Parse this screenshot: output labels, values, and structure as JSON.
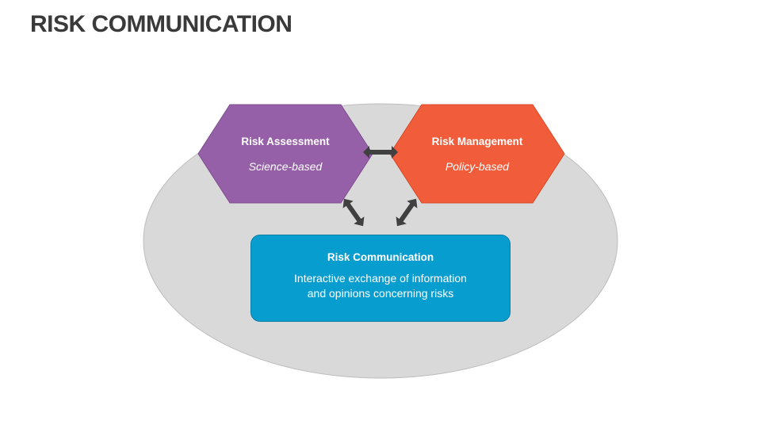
{
  "title": "RISK COMMUNICATION",
  "colors": {
    "background_ellipse": "#d9d9d9",
    "assessment": "#9660a8",
    "management": "#f15d3b",
    "communication": "#079dce",
    "arrows": "#404040"
  },
  "nodes": {
    "assessment": {
      "title": "Risk Assessment",
      "subtitle": "Science-based"
    },
    "management": {
      "title": "Risk Management",
      "subtitle": "Policy-based"
    },
    "communication": {
      "title": "Risk Communication",
      "description_line1": "Interactive exchange of information",
      "description_line2": "and opinions concerning risks"
    }
  }
}
